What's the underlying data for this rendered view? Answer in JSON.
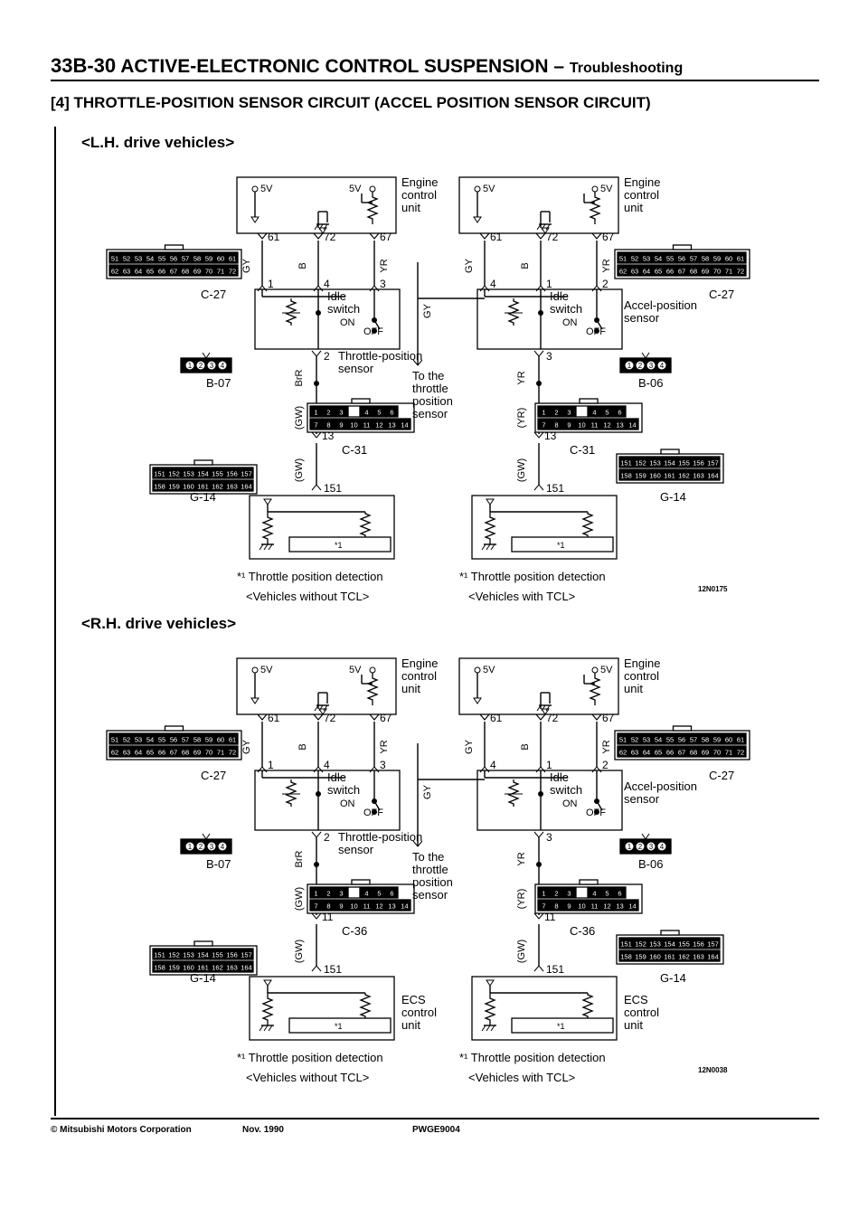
{
  "header": {
    "page": "33B-30",
    "title": "ACTIVE-ELECTRONIC CONTROL SUSPENSION",
    "dash": "–",
    "subtitle": "Troubleshooting"
  },
  "section_title": "[4] THROTTLE-POSITION SENSOR CIRCUIT (ACCEL POSITION SENSOR CIRCUIT)",
  "sections": [
    {
      "heading": "<L.H. drive vehicles>",
      "code": "12N0175",
      "idle_connector": "C-31",
      "pin_bottom": "13",
      "ecs_label": ""
    },
    {
      "heading": "<R.H. drive vehicles>",
      "code": "12N0038",
      "idle_connector": "C-36",
      "pin_bottom": "11",
      "ecs_label": "ECS\ncontrol\nunit"
    }
  ],
  "labels": {
    "engine_control_unit": "Engine\ncontrol\nunit",
    "v5": "5V",
    "pin61": "61",
    "pin72": "72",
    "pin67": "67",
    "pin1": "1",
    "pin4": "4",
    "pin3": "3",
    "pin2": "2",
    "pin151": "151",
    "wire_gy": "GY",
    "wire_b": "B",
    "wire_yr": "YR",
    "wire_brr": "BrR",
    "wire_gw": "(GW)",
    "wire_yr_paren": "(YR)",
    "idle_switch": "Idle\nswitch",
    "on": "ON",
    "off": "OFF",
    "throttle_position_sensor": "Throttle-position\nsensor",
    "to_throttle": "To the\nthrottle\nposition\nsensor",
    "accel_position_sensor": "Accel-position\nsensor",
    "c27": "C-27",
    "b07": "B-07",
    "b06": "B-06",
    "g14": "G-14",
    "star1": "*1",
    "note": "*¹ Throttle position detection",
    "without_tcl": "<Vehicles without TCL>",
    "with_tcl": "<Vehicles with TCL>"
  },
  "connectors": {
    "c27_top": [
      "51",
      "52",
      "53",
      "54",
      "55",
      "56",
      "57",
      "58",
      "59",
      "60",
      "61"
    ],
    "c27_bottom": [
      "62",
      "63",
      "64",
      "65",
      "66",
      "67",
      "68",
      "69",
      "70",
      "71",
      "72"
    ],
    "c_top": [
      "1",
      "2",
      "3",
      "",
      "4",
      "5",
      "6"
    ],
    "c_bottom": [
      "7",
      "8",
      "9",
      "10",
      "11",
      "12",
      "13",
      "14"
    ],
    "g14_top": [
      "151",
      "152",
      "153",
      "154",
      "155",
      "156",
      "157"
    ],
    "g14_bottom": [
      "158",
      "159",
      "160",
      "161",
      "162",
      "163",
      "164"
    ],
    "b_pins": [
      "1",
      "2",
      "3",
      "4"
    ]
  },
  "footer": {
    "copyright": "© Mitsubishi Motors Corporation",
    "date": "Nov. 1990",
    "doc": "PWGE9004"
  }
}
